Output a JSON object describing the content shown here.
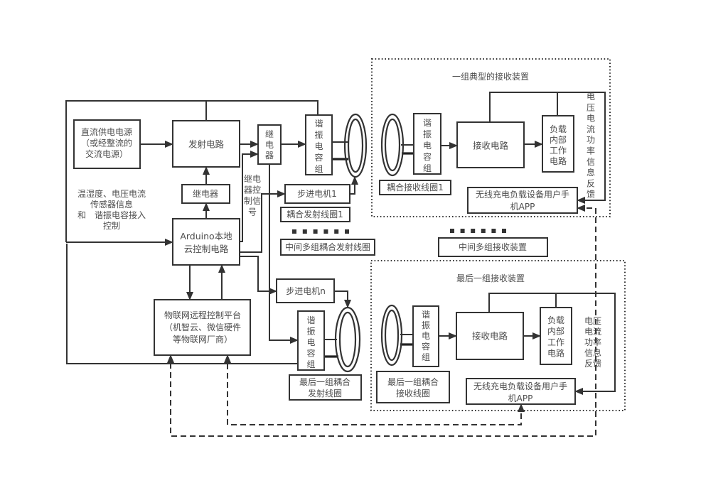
{
  "colors": {
    "line": "#333333",
    "text": "#4d4d4d",
    "background": "#ffffff"
  },
  "transmitter": {
    "power_supply": [
      "直流供电电源",
      "（或经整流的",
      "交流电源）"
    ],
    "transmit_circuit": "发射电路",
    "relay_small": "继电器",
    "arduino": [
      "Arduino本地",
      "云控制电路"
    ],
    "iot_platform": [
      "物联网远程控制平台",
      "（机智云、微信硬件",
      "等物联网厂商）"
    ],
    "relay_switch": [
      "继",
      "电",
      "器"
    ],
    "relay_signal_label": [
      "继电",
      "器控",
      "制信",
      "号"
    ],
    "sensor_info_label": [
      "温湿度、电压电流",
      "传感器信息",
      "和　谐振电容接入",
      "控制"
    ],
    "group_1": {
      "resonant_cap": [
        "谐",
        "振",
        "电",
        "容",
        "组"
      ],
      "stepper_motor": "步进电机1",
      "coil_label": "耦合发射线圈1"
    },
    "middle_groups_label": "中间多组耦合发射线圈",
    "middle_ellipsis_dots": 6,
    "group_n": {
      "resonant_cap": [
        "谐",
        "振",
        "电",
        "容",
        "组"
      ],
      "stepper_motor": "步进电机n",
      "coil_label": [
        "最后一组耦合",
        "发射线圈"
      ]
    }
  },
  "receivers": {
    "typical": {
      "title": "一组典型的接收装置",
      "resonant_cap": [
        "谐",
        "振",
        "电",
        "容",
        "组"
      ],
      "receive_circuit": "接收电路",
      "load_circuit": [
        "负载",
        "内部",
        "工作",
        "电路"
      ],
      "feedback_label": [
        "电",
        "压",
        "电",
        "流",
        "功",
        "率",
        "信",
        "息",
        "反",
        "馈"
      ],
      "coil_label": "耦合接收线圈1",
      "app": [
        "无线充电负载设备用户手",
        "机APP"
      ]
    },
    "middle_groups_label": "中间多组接收装置",
    "middle_ellipsis_dots": 6,
    "last": {
      "title": "最后一组接收装置",
      "resonant_cap": [
        "谐",
        "振",
        "电",
        "容",
        "组"
      ],
      "receive_circuit": "接收电路",
      "load_circuit": [
        "负载",
        "内部",
        "工作",
        "电路"
      ],
      "feedback_label": [
        "电压",
        "电流",
        "功率",
        "信息",
        "反馈"
      ],
      "coil_label": [
        "最后一组耦合",
        "接收线圈"
      ],
      "app": [
        "无线充电负载设备用户手",
        "机APP"
      ]
    }
  }
}
